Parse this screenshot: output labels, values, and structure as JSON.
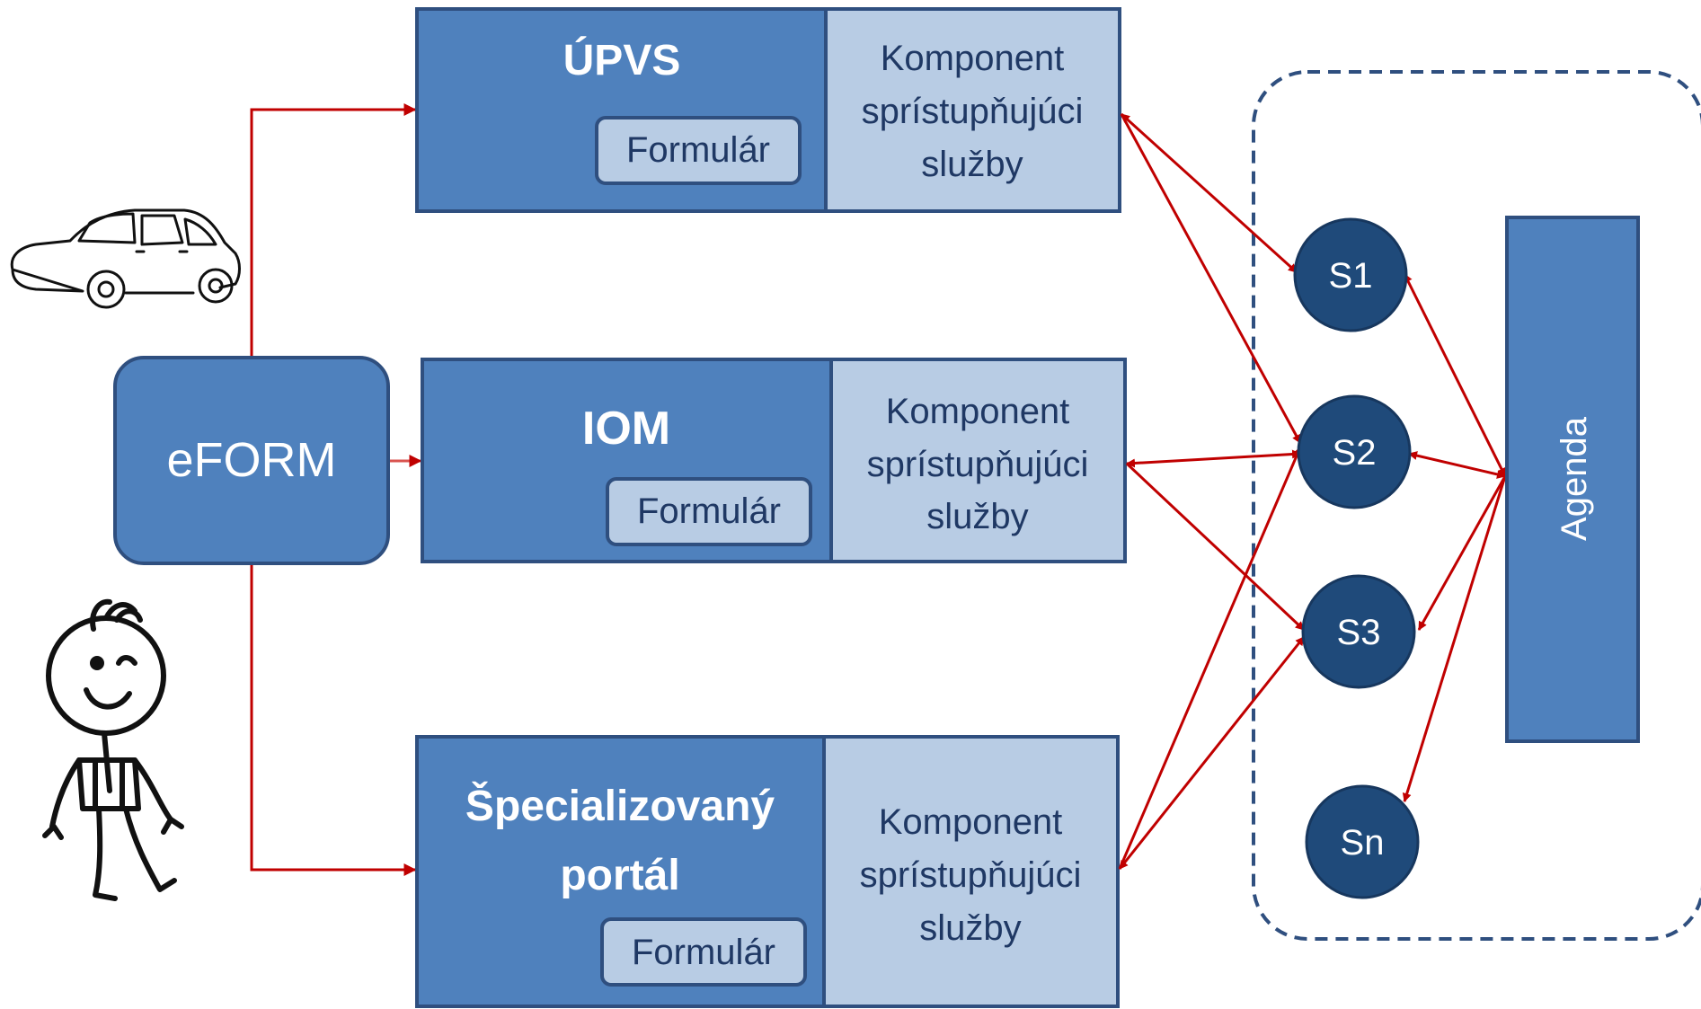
{
  "eform": {
    "label": "eFORM"
  },
  "systems": [
    {
      "title_lines": [
        "ÚPVS"
      ],
      "form_label": "Formulár",
      "component_lines": [
        "Komponent",
        "sprístupňujúci",
        "služby"
      ]
    },
    {
      "title_lines": [
        "IOM"
      ],
      "form_label": "Formulár",
      "component_lines": [
        "Komponent",
        "sprístupňujúci",
        "služby"
      ]
    },
    {
      "title_lines": [
        "Špecializovaný",
        "portál"
      ],
      "form_label": "Formulár",
      "component_lines": [
        "Komponent",
        "sprístupňujúci",
        "služby"
      ]
    }
  ],
  "services": [
    {
      "label": "S1"
    },
    {
      "label": "S2"
    },
    {
      "label": "S3"
    },
    {
      "label": "Sn"
    }
  ],
  "agenda": {
    "label": "Agenda"
  },
  "icons": [
    "car-icon",
    "stick-figure-icon"
  ],
  "colors": {
    "box_dark": "#4F81BD",
    "box_light": "#B8CCE4",
    "border": "#2F4F7F",
    "circle": "#1F4A7A",
    "arrow": "#C00000"
  }
}
